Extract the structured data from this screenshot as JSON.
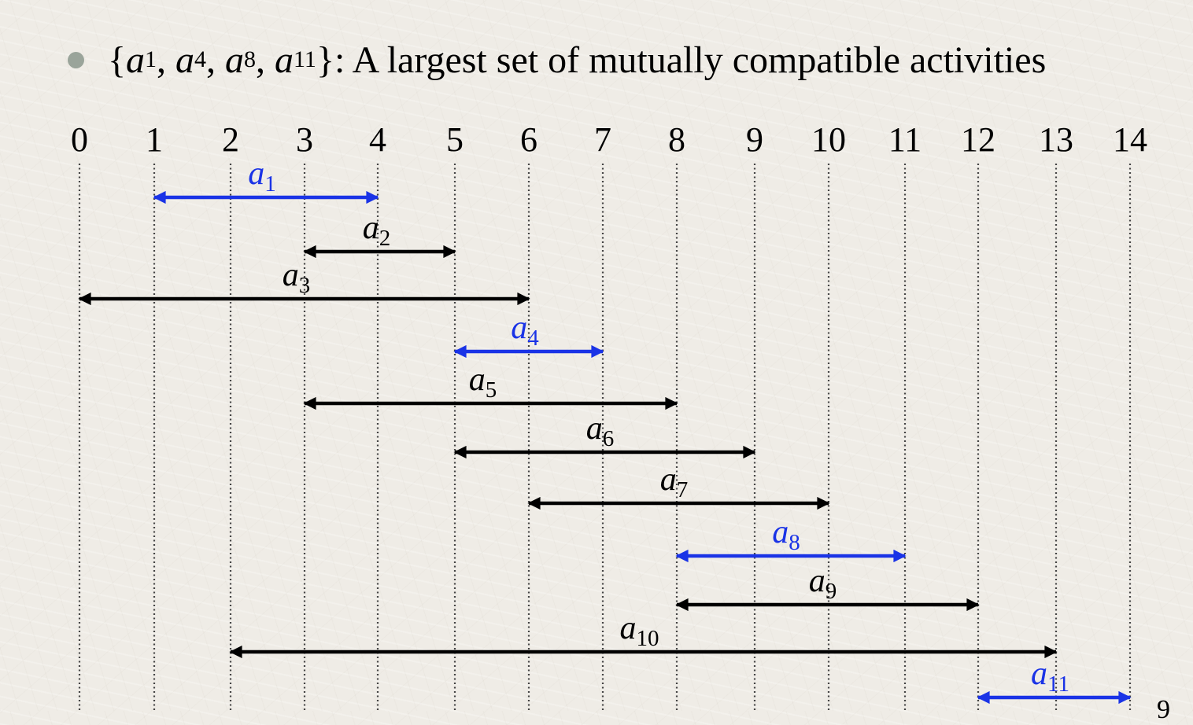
{
  "headline": {
    "open_brace": "{",
    "set_items": [
      {
        "var": "a",
        "sub": "1"
      },
      {
        "var": "a",
        "sub": "4"
      },
      {
        "var": "a",
        "sub": "8"
      },
      {
        "var": "a",
        "sub": "11"
      }
    ],
    "separator": ", ",
    "close_brace": "}",
    "text": ": A largest set of mutually compatible activities"
  },
  "axis": {
    "ticks": [
      "0",
      "1",
      "2",
      "3",
      "4",
      "5",
      "6",
      "7",
      "8",
      "9",
      "10",
      "11",
      "12",
      "13",
      "14"
    ]
  },
  "activities": [
    {
      "var": "a",
      "sub": "1",
      "start": 1,
      "end": 4,
      "selected": true
    },
    {
      "var": "a",
      "sub": "2",
      "start": 3,
      "end": 5,
      "selected": false
    },
    {
      "var": "a",
      "sub": "3",
      "start": 0,
      "end": 6,
      "selected": false
    },
    {
      "var": "a",
      "sub": "4",
      "start": 5,
      "end": 7,
      "selected": true
    },
    {
      "var": "a",
      "sub": "5",
      "start": 3,
      "end": 8,
      "selected": false
    },
    {
      "var": "a",
      "sub": "6",
      "start": 5,
      "end": 9,
      "selected": false
    },
    {
      "var": "a",
      "sub": "7",
      "start": 6,
      "end": 10,
      "selected": false
    },
    {
      "var": "a",
      "sub": "8",
      "start": 8,
      "end": 11,
      "selected": true
    },
    {
      "var": "a",
      "sub": "9",
      "start": 8,
      "end": 12,
      "selected": false
    },
    {
      "var": "a",
      "sub": "10",
      "start": 2,
      "end": 13,
      "selected": false
    },
    {
      "var": "a",
      "sub": "11",
      "start": 12,
      "end": 14,
      "selected": true
    }
  ],
  "colors": {
    "selected": "#1a33e6",
    "unselected": "#000000",
    "gridline": "#444444"
  },
  "page_number": "9"
}
